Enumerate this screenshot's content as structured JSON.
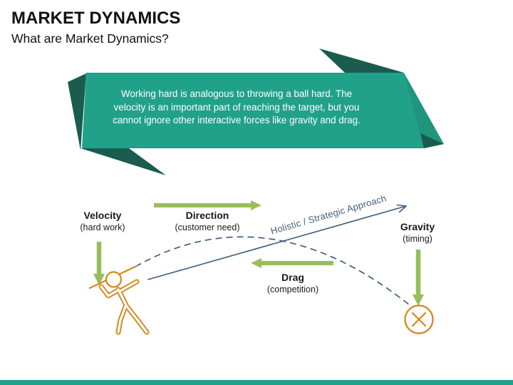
{
  "slide": {
    "title": "MARKET DYNAMICS",
    "subtitle": "What are Market Dynamics?"
  },
  "banner": {
    "lines": [
      "Working hard is analogous to throwing a ball hard. The",
      "velocity is an important part of reaching the target, but you",
      "cannot ignore other interactive forces like gravity and drag."
    ]
  },
  "diagram": {
    "labels": [
      {
        "id": "velocity",
        "name": "Velocity",
        "sub": "(hard work)"
      },
      {
        "id": "direction",
        "name": "Direction",
        "sub": "(customer need)"
      },
      {
        "id": "gravity",
        "name": "Gravity",
        "sub": "(timing)"
      },
      {
        "id": "drag",
        "name": "Drag",
        "sub": "(competition)"
      }
    ],
    "approach_label": "Holistic / Strategic Approach"
  },
  "colors": {
    "banner_teal": "#21A18A",
    "banner_dark_teal": "#1A5C4D",
    "arrow_green": "#9ABD5C",
    "line_slate": "#3F5E7E",
    "figure_orange": "#D4861B",
    "bottom_bar": "#21A18A",
    "text_dark": "#111111",
    "banner_text": "#FFFFFF"
  }
}
